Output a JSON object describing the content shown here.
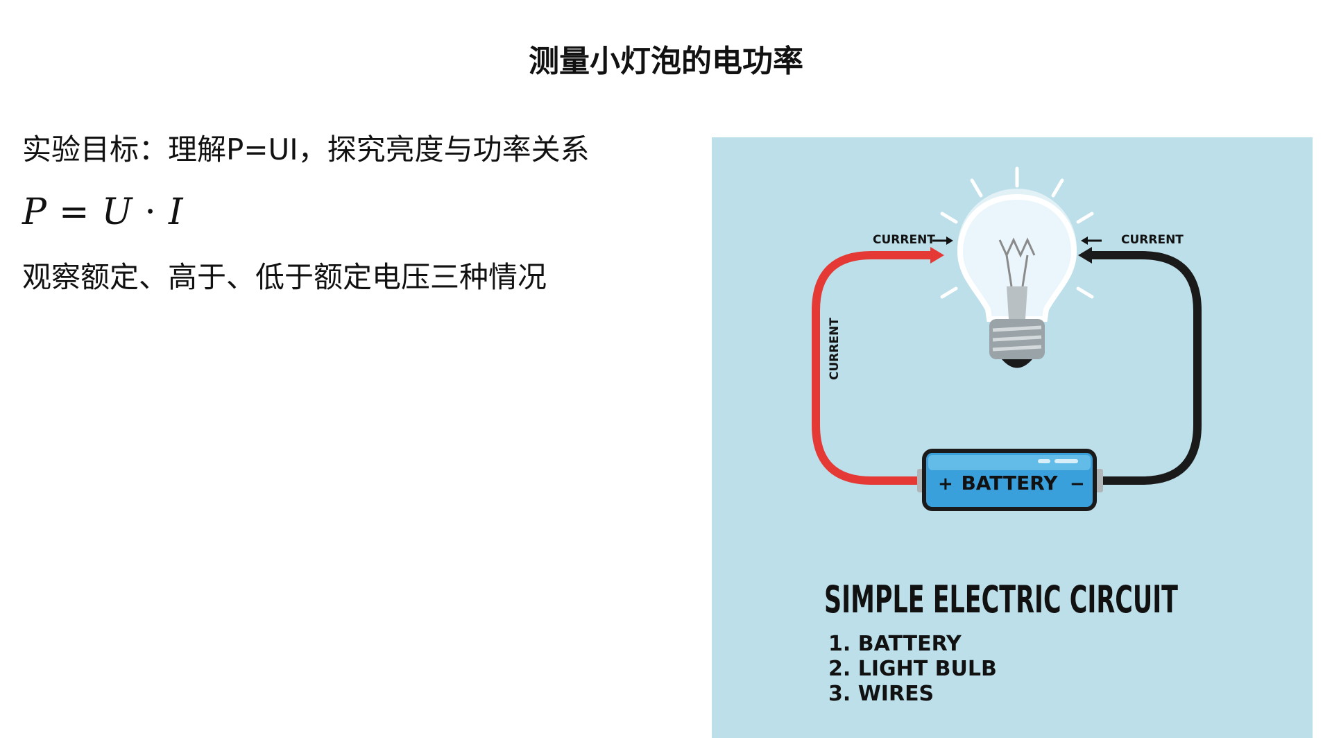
{
  "slide": {
    "title": "测量小灯泡的电功率",
    "goal": "实验目标：理解P=UI，探究亮度与功率关系",
    "formula": {
      "p": "P",
      "eq": "=",
      "u": "U",
      "dot": "·",
      "i": "I"
    },
    "conditions": "观察额定、高于、低于额定电压三种情况"
  },
  "figure": {
    "current_label_left": "CURRENT",
    "current_label_right": "CURRENT",
    "current_label_wire": "CURRENT",
    "battery_label": "BATTERY",
    "plus_sign": "+",
    "minus_sign": "−",
    "heading": "SIMPLE ELECTRIC CIRCUIT",
    "list": [
      "1. BATTERY",
      "2. LIGHT BULB",
      "3. WIRES"
    ],
    "colors": {
      "background": "#bcdfea",
      "positive_wire": "#e53935",
      "negative_wire": "#1a1a1a",
      "battery": "#3aa0dc",
      "bulb_glass": "#ffffff",
      "bulb_base": "#9aa3a8"
    }
  }
}
